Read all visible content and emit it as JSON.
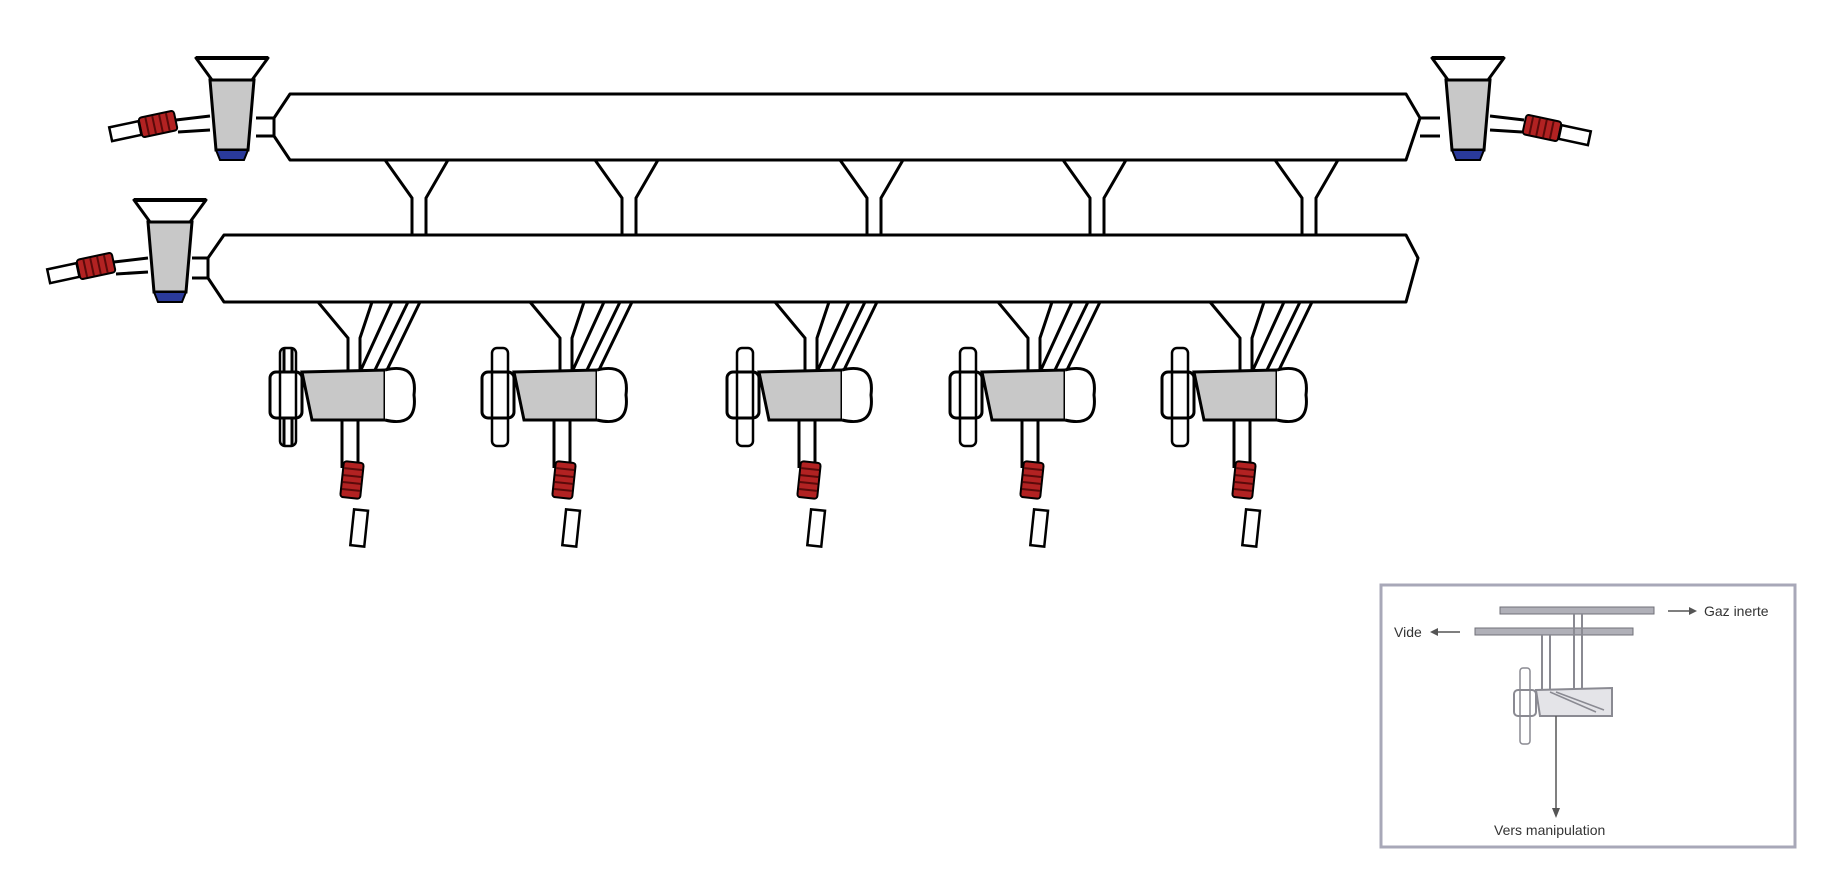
{
  "inset": {
    "vacuum_label": "Vide",
    "inert_gas_label": "Gaz inerte",
    "manipulation_label": "Vers manipulation"
  },
  "colors": {
    "glass_stroke": "#000000",
    "glass_fill": "#ffffff",
    "stopcock_frosted": "#c8c8c8",
    "tubing_connector": "#b22222",
    "plug_blue": "#2a3a9a",
    "inset_border": "#a8a8b8"
  },
  "components": {
    "manifold_tubes": 2,
    "manifold_end_stopcocks": 3,
    "three_way_taps": 5
  }
}
